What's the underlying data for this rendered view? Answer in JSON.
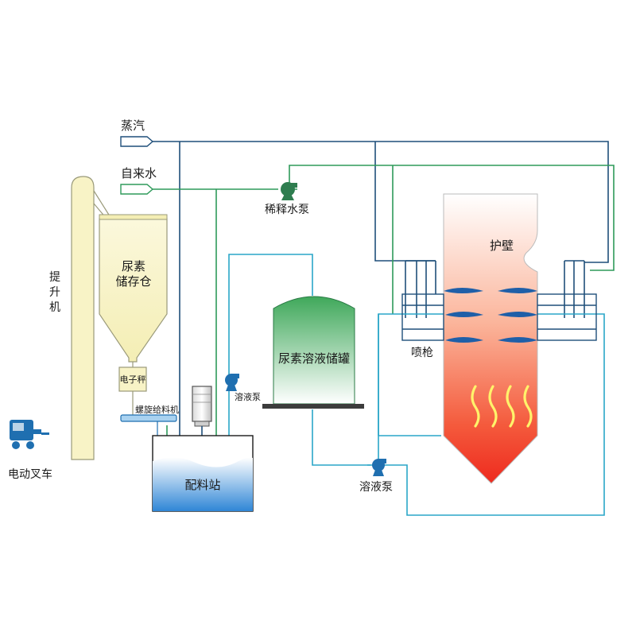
{
  "labels": {
    "steam": "蒸汽",
    "tap_water": "自来水",
    "dilution_pump": "稀释水泵",
    "elevator": "提升机",
    "silo_line1": "尿素",
    "silo_line2": "储存仓",
    "scale": "电子秤",
    "screw_feeder": "螺旋给料机",
    "solution_pump_1": "溶液泵",
    "storage_tank": "尿素溶液储罐",
    "mixing_station": "配料站",
    "forklift": "电动叉车",
    "solution_pump_2": "溶液泵",
    "furnace_wall": "护壁",
    "spray_gun": "喷枪"
  },
  "colors": {
    "steam_line": "#1f4f7a",
    "water_line": "#2e9a5a",
    "solution_line": "#2aa6c8",
    "silo_fill": "#f8f3c6",
    "tank_green": "#3fa85a",
    "pump_green": "#2e7d4f",
    "pump_blue": "#1f6fb0",
    "mix_blue": "#2f86d6",
    "furnace_red": "#ee2a1e",
    "flame_yellow": "#fff36b",
    "nozzle_blue": "#1f5fa8"
  }
}
